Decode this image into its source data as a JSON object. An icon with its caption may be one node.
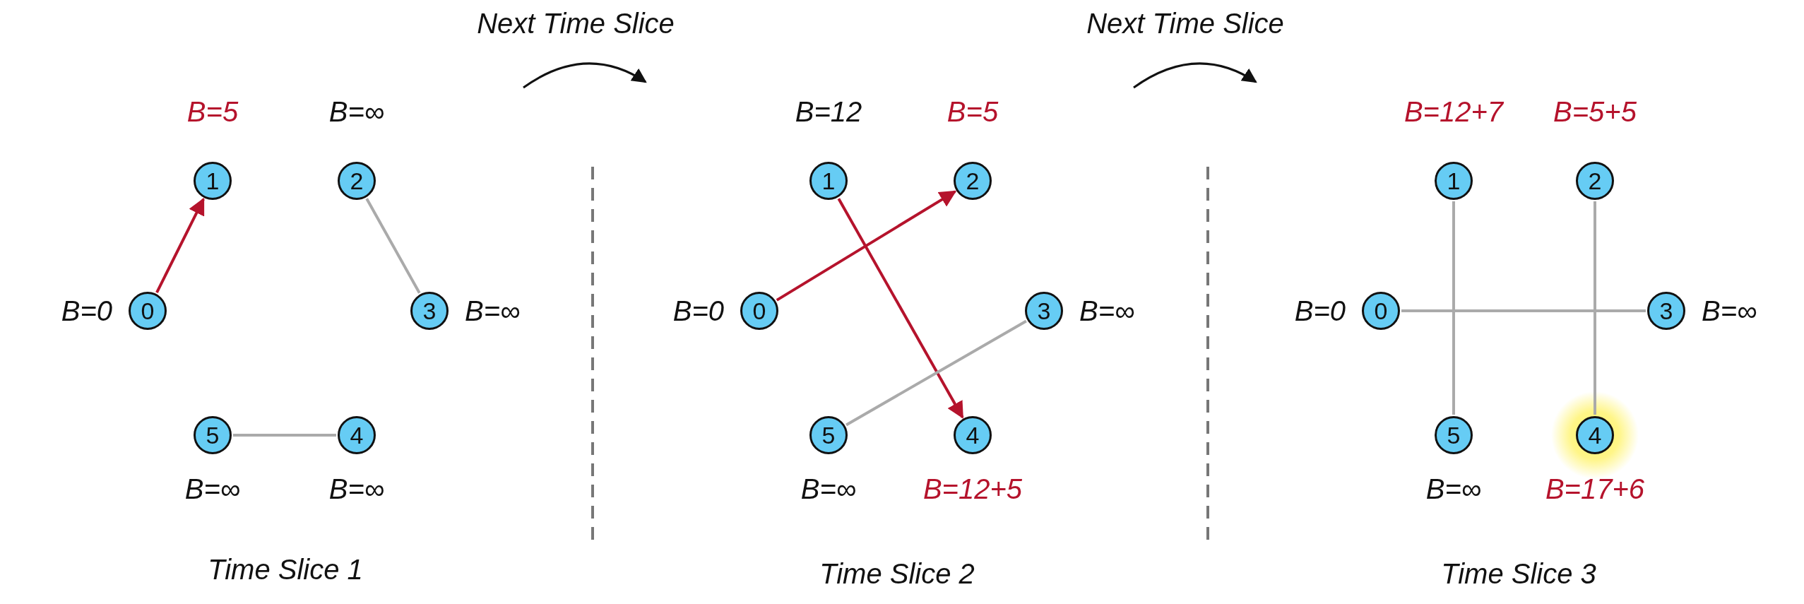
{
  "diagram": {
    "nodes": [
      {
        "text": [
          "0"
        ],
        "beside": [
          "B=0"
        ]
      },
      {
        "text": [
          "1"
        ],
        "beside": [
          "B=5"
        ]
      },
      {
        "text": [
          "2"
        ],
        "beside": [
          "B=∞"
        ]
      },
      {
        "text": [
          "3"
        ],
        "beside": [
          "B=∞"
        ]
      },
      {
        "text": [
          "4"
        ],
        "beside": [
          "B=∞"
        ]
      },
      {
        "text": [
          "5"
        ],
        "beside": [
          "B=∞"
        ]
      },
      {
        "text": [
          "0"
        ],
        "beside": [
          "B=0"
        ]
      },
      {
        "text": [
          "1"
        ],
        "beside": [
          "B=12"
        ]
      },
      {
        "text": [
          "2"
        ],
        "beside": [
          "B=5"
        ]
      },
      {
        "text": [
          "3"
        ],
        "beside": [
          "B=∞"
        ]
      },
      {
        "text": [
          "4"
        ],
        "beside": [
          "B=12+5"
        ]
      },
      {
        "text": [
          "5"
        ],
        "beside": [
          "B=∞"
        ]
      },
      {
        "text": [
          "0"
        ],
        "beside": [
          "B=0"
        ]
      },
      {
        "text": [
          "1"
        ],
        "beside": [
          "B=12+7"
        ]
      },
      {
        "text": [
          "2"
        ],
        "beside": [
          "B=5+5"
        ]
      },
      {
        "text": [
          "3"
        ],
        "beside": [
          "B=∞"
        ]
      },
      {
        "text": [
          "4"
        ],
        "beside": [
          "B=17+6"
        ]
      },
      {
        "text": [
          "5"
        ],
        "beside": [
          "B=∞"
        ]
      }
    ],
    "edges": [
      {
        "from": 0,
        "to": 1,
        "arrow": "to",
        "color": "#b5132c"
      },
      {
        "from": 2,
        "to": 3,
        "arrow": "none"
      },
      {
        "from": 5,
        "to": 4,
        "arrow": "none"
      },
      {
        "from": 6,
        "to": 8,
        "arrow": "to",
        "color": "#b5132c"
      },
      {
        "from": 7,
        "to": 10,
        "arrow": "to",
        "color": "#b5132c"
      },
      {
        "from": 11,
        "to": 9,
        "arrow": "none"
      },
      {
        "from": 13,
        "to": 17,
        "arrow": "none"
      },
      {
        "from": 14,
        "to": 16,
        "arrow": "none"
      },
      {
        "from": 12,
        "to": 15,
        "arrow": "none"
      }
    ],
    "labels": [
      "Next Time Slice",
      "Next Time Slice",
      "Time Slice 1",
      "Time Slice 2",
      "Time Slice 3"
    ]
  }
}
